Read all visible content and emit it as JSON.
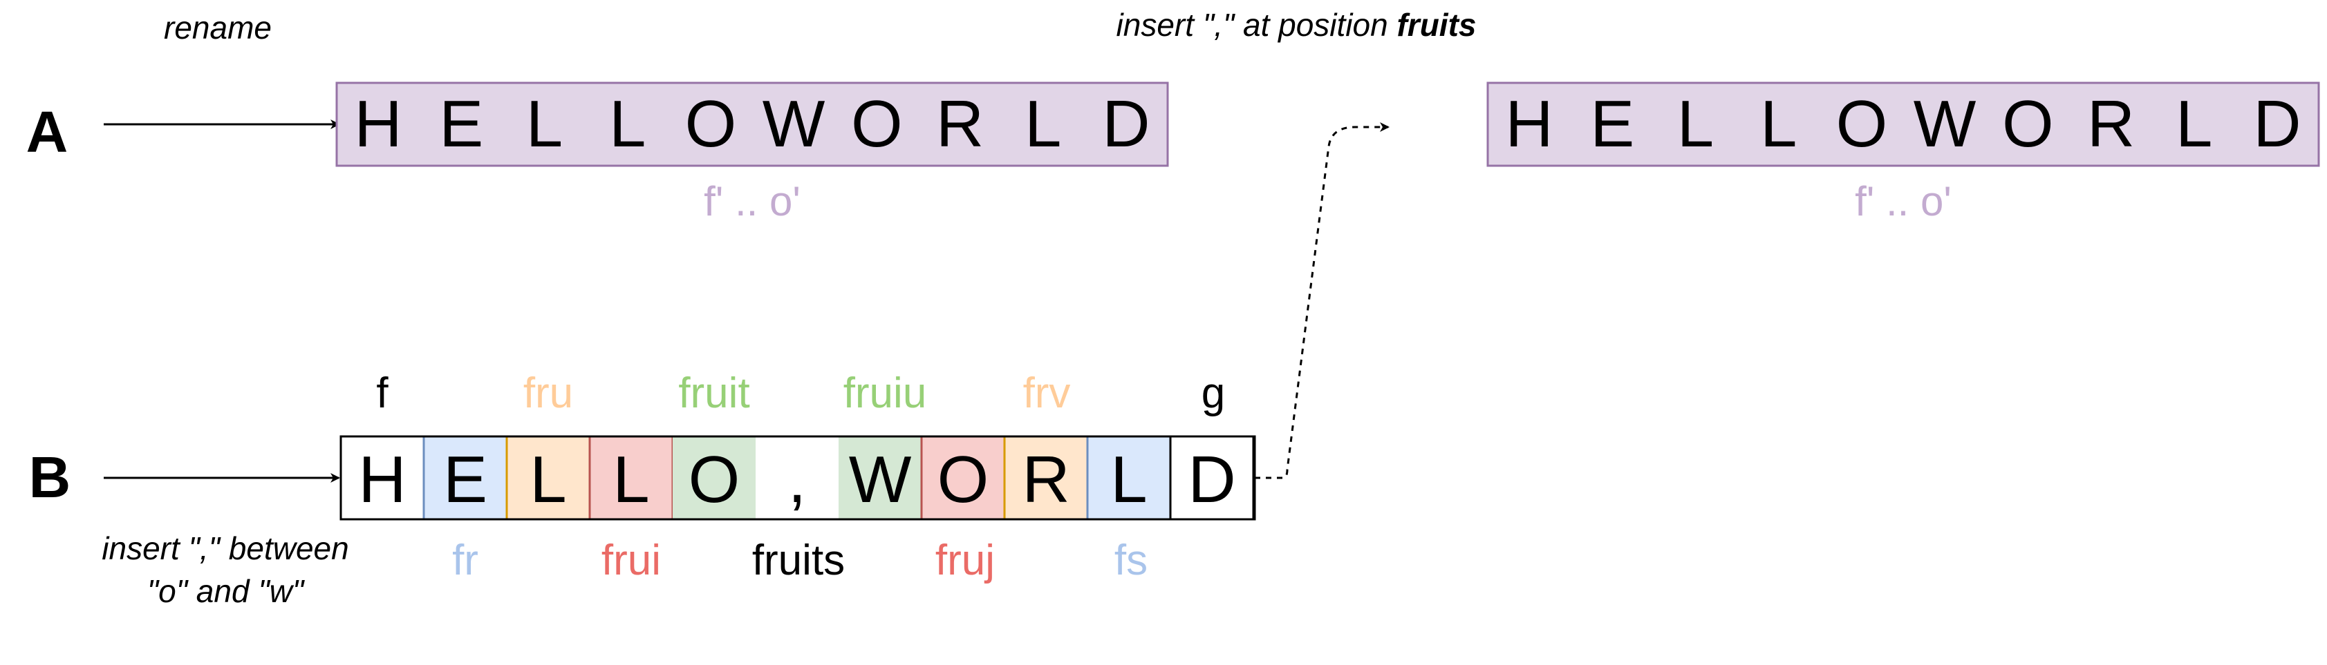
{
  "row_a": {
    "label": "A",
    "note": "rename",
    "letters": [
      "H",
      "E",
      "L",
      "L",
      "O",
      "W",
      "O",
      "R",
      "L",
      "D"
    ],
    "range_label": "f' .. o'"
  },
  "row_a_result": {
    "note_prefix": "insert \",\" at position ",
    "note_bold": "fruits",
    "letters": [
      "H",
      "E",
      "L",
      "L",
      "O",
      "W",
      "O",
      "R",
      "L",
      "D"
    ],
    "range_label": "f' .. o'"
  },
  "row_b": {
    "label": "B",
    "note_line1": "insert \",\" between",
    "note_line2": "\"o\" and \"w\"",
    "cells": [
      {
        "char": "H",
        "fill": "#ffffff",
        "stroke": "#000000"
      },
      {
        "char": "E",
        "fill": "#dae8fc",
        "stroke": "#6c8ebf"
      },
      {
        "char": "L",
        "fill": "#ffe6cc",
        "stroke": "#d79b00"
      },
      {
        "char": "L",
        "fill": "#f8cecc",
        "stroke": "#b85450"
      },
      {
        "char": "O",
        "fill": "#d5e8d4",
        "stroke": "none"
      },
      {
        "char": ",",
        "fill": "#ffffff",
        "stroke": "none"
      },
      {
        "char": "W",
        "fill": "#d5e8d4",
        "stroke": "none"
      },
      {
        "char": "O",
        "fill": "#f8cecc",
        "stroke": "#b85450"
      },
      {
        "char": "R",
        "fill": "#ffe6cc",
        "stroke": "#d79b00"
      },
      {
        "char": "L",
        "fill": "#dae8fc",
        "stroke": "#6c8ebf"
      },
      {
        "char": "D",
        "fill": "#ffffff",
        "stroke": "#000000"
      }
    ],
    "top_ids": [
      {
        "text": "f",
        "color": "#000000"
      },
      {
        "text": "fru",
        "color": "#ffcc99"
      },
      {
        "text": "fruit",
        "color": "#97d077"
      },
      {
        "text": "fruiu",
        "color": "#97d077"
      },
      {
        "text": "frv",
        "color": "#ffcc99"
      },
      {
        "text": "g",
        "color": "#000000"
      }
    ],
    "bottom_ids": [
      {
        "text": "fr",
        "color": "#a9c4eb"
      },
      {
        "text": "frui",
        "color": "#ea6b66"
      },
      {
        "text": "fruits",
        "color": "#000000"
      },
      {
        "text": "fruj",
        "color": "#ea6b66"
      },
      {
        "text": "fs",
        "color": "#a9c4eb"
      }
    ]
  },
  "colors": {
    "row_a_fill": "#e1d5e7",
    "row_a_stroke": "#9673a6",
    "range_label": "#c3abd0"
  }
}
